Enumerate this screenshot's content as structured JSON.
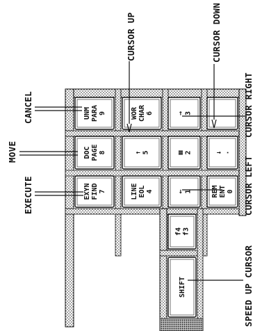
{
  "callouts": {
    "cursor_up": "CURSOR UP",
    "cursor_down": "CURSOR DOWN",
    "cancel": "CANCEL",
    "move": "MOVE",
    "execute": "EXECUTE",
    "cursor_right": "CURSOR RIGHT",
    "cursor_left": "CURSOR LEFT",
    "speed_up_cursor": "SPEED UP CURSOR"
  },
  "keys": {
    "row1": {
      "unm_para": {
        "l1": "UNM",
        "l2": "PARA",
        "num": "9"
      },
      "wor_char": {
        "l1": "WOR",
        "l2": "CHAR",
        "num": "6"
      },
      "right_arrow": {
        "glyph": "→",
        "num": "3"
      },
      "blank": {
        "l1": ""
      }
    },
    "row2": {
      "doc_page": {
        "l1": "DOC",
        "l2": "PAGE",
        "num": "8"
      },
      "up_arrow": {
        "glyph": "↑",
        "num": "5"
      },
      "center": {
        "glyph": "▦",
        "num": "2"
      },
      "down_arrow": {
        "glyph": "↓",
        "num": "."
      }
    },
    "row3": {
      "exyn_find": {
        "l1": "EXYN",
        "l2": "FIND",
        "num": "7"
      },
      "line_eol": {
        "l1": "LINE",
        "l2": "EOL",
        "num": "4"
      },
      "left_arrow": {
        "glyph": "←",
        "num": "1"
      },
      "rem_enter": {
        "l1": "REM",
        "l2": "ENT",
        "num": "0"
      }
    },
    "row4": {
      "f4_f3": {
        "l1": "f4",
        "l2": "f3"
      }
    },
    "row5": {
      "shift": {
        "l1": "SHIFT"
      }
    }
  }
}
